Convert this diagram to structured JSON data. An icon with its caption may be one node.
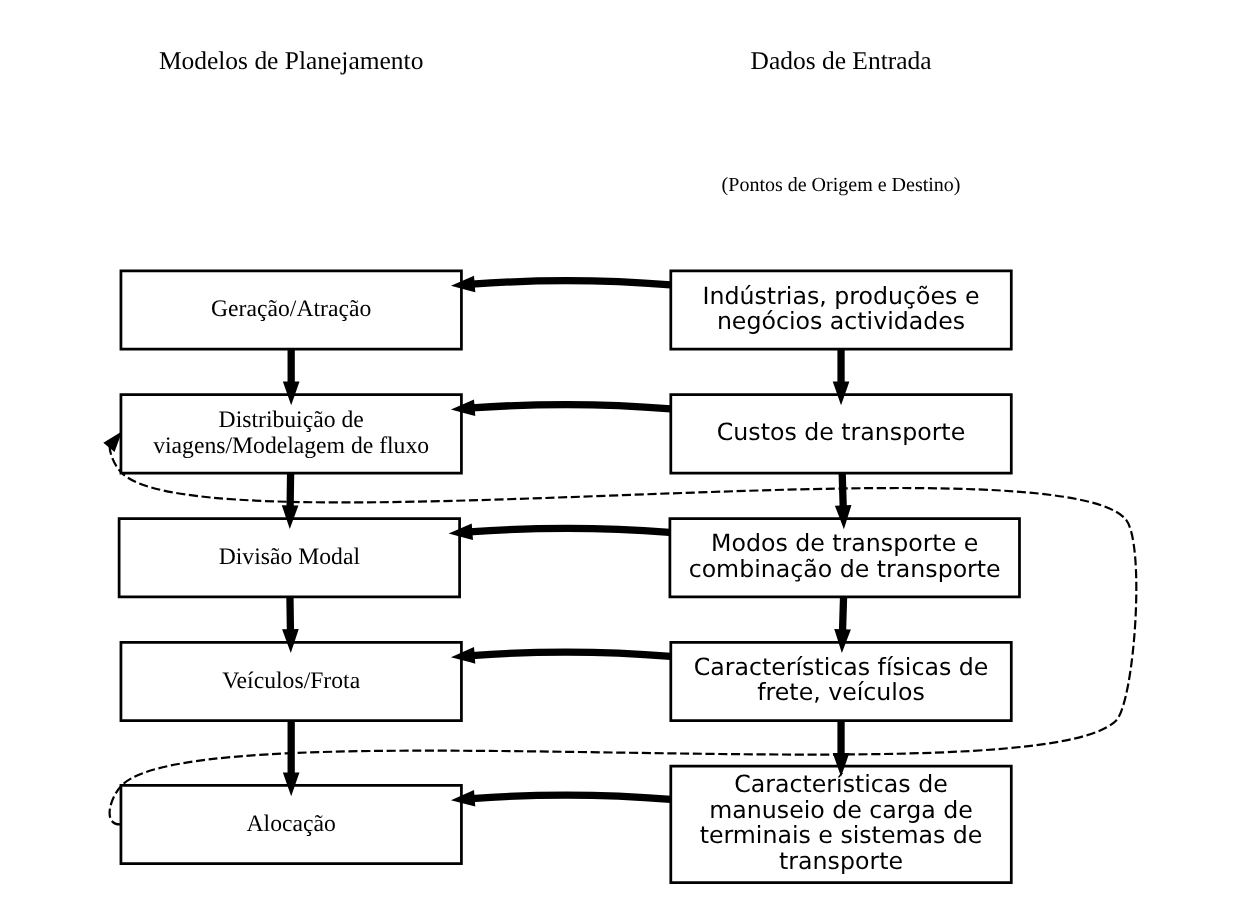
{
  "diagram": {
    "nodes": [
      {
        "text": [
          "Geração/Atração"
        ]
      },
      {
        "text": [
          "Distribuição de viagens/Modelagem de fluxo"
        ]
      },
      {
        "text": [
          "Divisão Modal"
        ]
      },
      {
        "text": [
          "Veículos/Frota"
        ]
      },
      {
        "text": [
          "Alocação"
        ]
      },
      {
        "text": [
          "Indústrias, produções e negócios actividades"
        ]
      },
      {
        "text": [
          "Custos de transporte"
        ]
      },
      {
        "text": [
          "Modos de transporte e combinação de transporte"
        ]
      },
      {
        "text": [
          "Características físicas de frete, veículos"
        ]
      },
      {
        "text": [
          "Características de manuseio de carga de terminais e sistemas de transporte"
        ]
      }
    ],
    "edges": [
      {
        "from": 0,
        "to": 1,
        "arrow": "to"
      },
      {
        "from": 1,
        "to": 2,
        "arrow": "to"
      },
      {
        "from": 2,
        "to": 3,
        "arrow": "to"
      },
      {
        "from": 3,
        "to": 4,
        "arrow": "to"
      },
      {
        "from": 5,
        "to": 6,
        "arrow": "to"
      },
      {
        "from": 6,
        "to": 7,
        "arrow": "to"
      },
      {
        "from": 7,
        "to": 8,
        "arrow": "to"
      },
      {
        "from": 8,
        "to": 9,
        "arrow": "to"
      },
      {
        "from": 5,
        "to": 0,
        "arrow": "to"
      },
      {
        "from": 6,
        "to": 1,
        "arrow": "to"
      },
      {
        "from": 7,
        "to": 2,
        "arrow": "to"
      },
      {
        "from": 8,
        "to": 3,
        "arrow": "to"
      },
      {
        "from": 9,
        "to": 4,
        "arrow": "to"
      },
      {
        "from": 4,
        "to": 1,
        "arrow": "to",
        "style": "dashed"
      }
    ],
    "labels": [
      "Modelos de Planejamento",
      "Dados de Entrada",
      "(Pontos de Origem e Destino)"
    ]
  }
}
